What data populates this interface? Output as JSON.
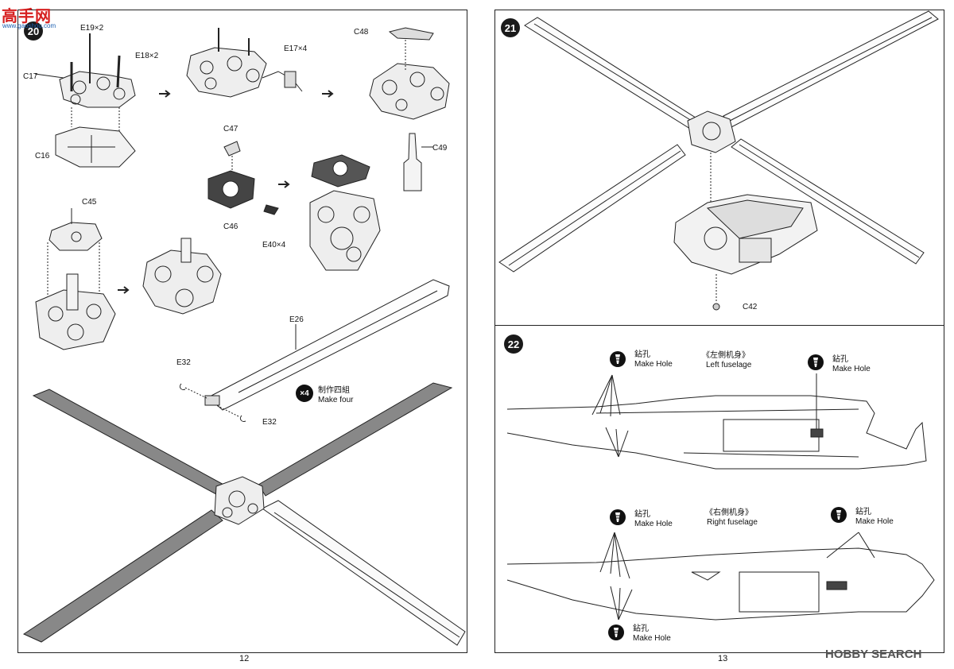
{
  "watermark_tl": {
    "brand": "高手网",
    "url": "www.gaoshou.com"
  },
  "watermark_br": {
    "brand": "HOBBY SEARCH"
  },
  "left_page": {
    "step": "20",
    "page_number": "12",
    "labels": {
      "e19": "E19×2",
      "e18": "E18×2",
      "c17": "C17",
      "c16": "C16",
      "c48": "C48",
      "e17": "E17×4",
      "c47": "C47",
      "c46": "C46",
      "e40": "E40×4",
      "c49": "C49",
      "c45": "C45",
      "e26": "E26",
      "e32a": "E32",
      "e32b": "E32"
    },
    "make_four": {
      "count": "×4",
      "zh": "制作四組",
      "en": "Make four"
    }
  },
  "right_page": {
    "page_number": "13",
    "step21": {
      "step": "21",
      "c42": "C42"
    },
    "step22": {
      "step": "22",
      "hole_zh": "鉆孔",
      "hole_en": "Make Hole",
      "left_fuselage_zh": "《左側机身》",
      "left_fuselage_en": "Left fuselage",
      "right_fuselage_zh": "《右側机身》",
      "right_fuselage_en": "Right fuselage"
    }
  }
}
